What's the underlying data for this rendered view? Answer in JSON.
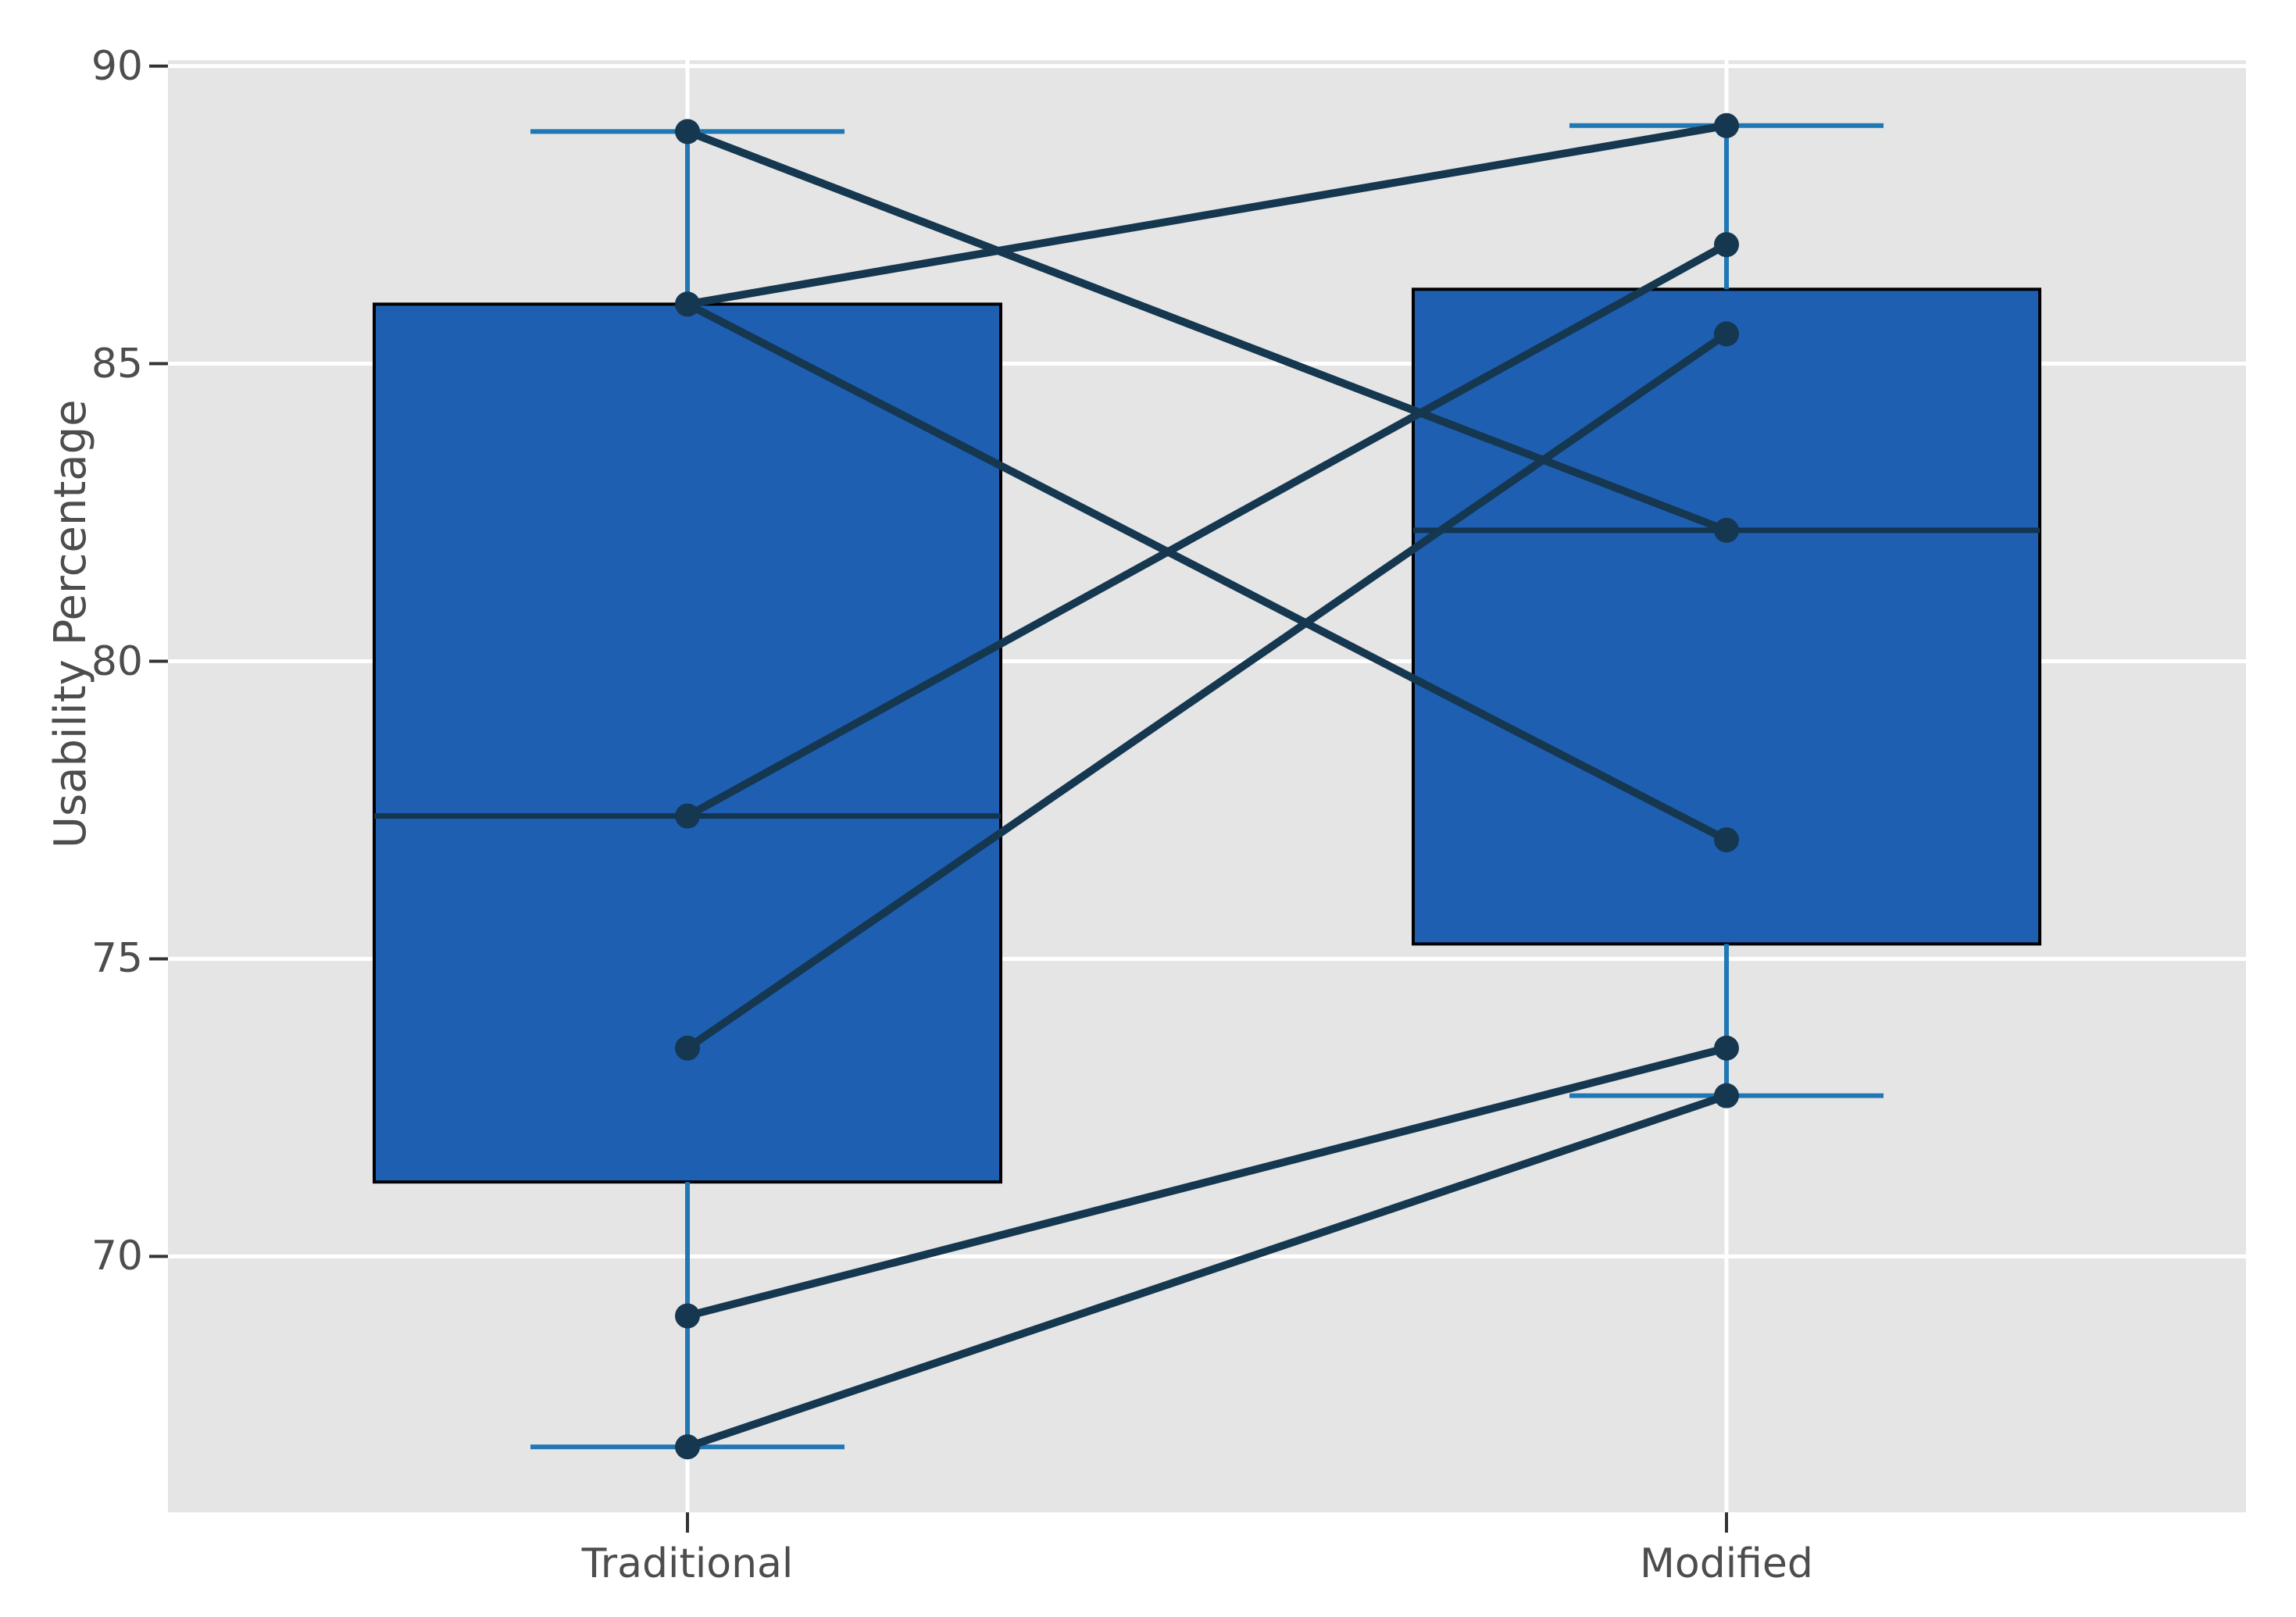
{
  "chart_data": {
    "type": "box",
    "title": "",
    "xlabel": "",
    "ylabel": "Usability Percentage",
    "categories": [
      "Traditional",
      "Modified"
    ],
    "yticks": [
      "70",
      "75",
      "80",
      "85",
      "90"
    ],
    "ytick_values": [
      70,
      75,
      80,
      85,
      90
    ],
    "ylim": [
      65.7,
      90.1
    ],
    "grid": true,
    "legend": "none",
    "series": [
      {
        "name": "Traditional",
        "values": [
          88.9,
          86.0,
          86.0,
          77.4,
          73.5,
          69.0,
          66.8
        ]
      },
      {
        "name": "Modified",
        "values": [
          82.2,
          89.0,
          77.0,
          87.0,
          85.5,
          73.5,
          72.7
        ]
      }
    ],
    "pairs": [
      [
        88.9,
        82.2
      ],
      [
        86.0,
        89.0
      ],
      [
        86.0,
        77.0
      ],
      [
        77.4,
        87.0
      ],
      [
        73.5,
        85.5
      ],
      [
        69.0,
        73.5
      ],
      [
        66.8,
        72.7
      ]
    ],
    "box_stats": {
      "Traditional": {
        "whisker_low": 66.8,
        "q1": 71.25,
        "median": 77.4,
        "q3": 86.0,
        "whisker_high": 88.9
      },
      "Modified": {
        "whisker_low": 72.7,
        "q1": 75.25,
        "median": 82.2,
        "q3": 86.25,
        "whisker_high": 89.0
      }
    },
    "colors": {
      "box_fill": "#1F5FB2",
      "box_edge": "#000000",
      "median_line": "#143450",
      "whisker": "#1F77B4",
      "pair_line": "#153750",
      "point": "#153750",
      "plot_bg": "#E5E5E5",
      "gridline": "#FFFFFF",
      "tick_mark": "#333333",
      "tick_label": "#4D4D4D",
      "figure_bg": "#FFFFFF"
    }
  }
}
